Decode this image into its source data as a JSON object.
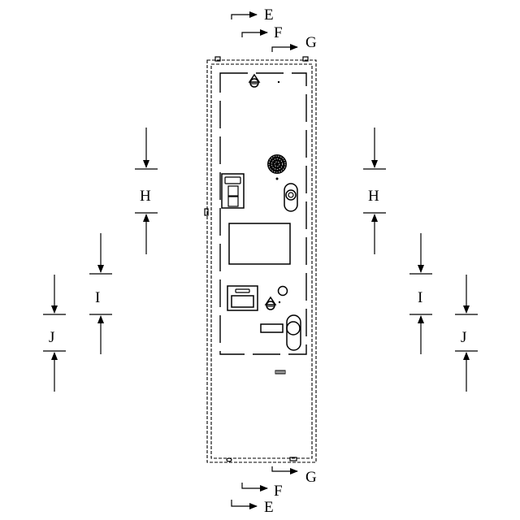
{
  "drawing": {
    "section_labels": {
      "e": "E",
      "f": "F",
      "g": "G",
      "h": "H",
      "i": "I",
      "j": "J"
    },
    "colors": {
      "line": "#000000",
      "background": "#ffffff"
    }
  }
}
